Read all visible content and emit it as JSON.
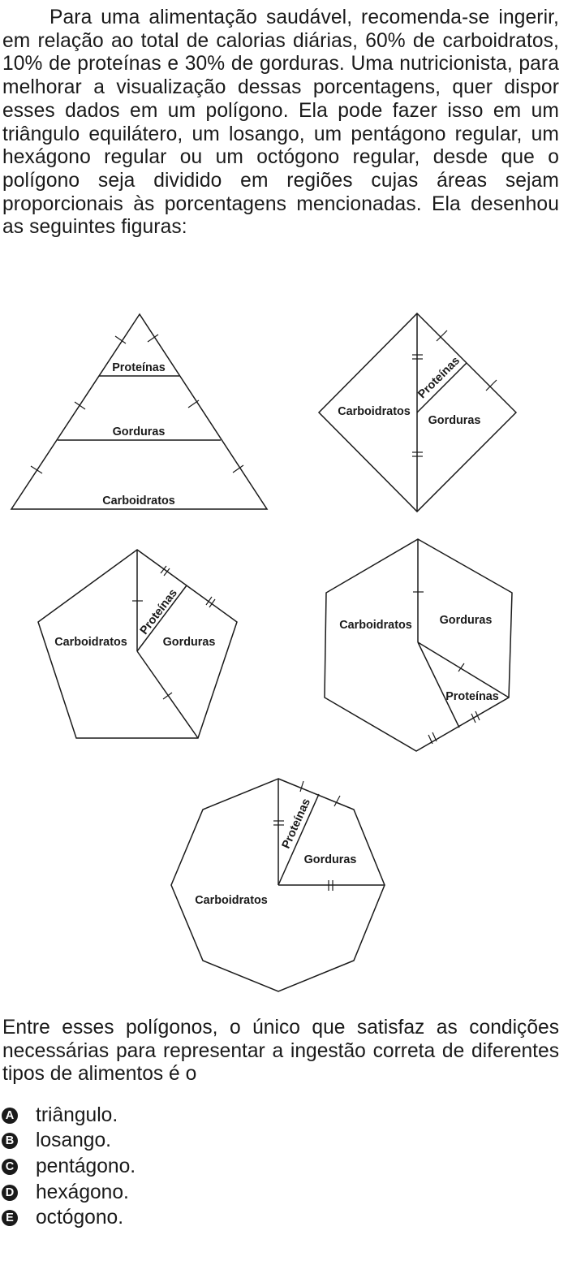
{
  "intro": "Para uma alimentação saudável, recomenda-se ingerir, em relação ao total de calorias diárias, 60% de carboidratos, 10% de proteínas e 30% de gorduras. Uma nutricionista, para melhorar a visualização dessas porcentagens, quer dispor esses dados em um polígono. Ela pode fazer isso em um triângulo equilátero, um losango, um pentágono regular, um hexágono regular ou um octógono regular, desde que o polígono seja dividido em regiões cujas áreas sejam proporcionais às porcentagens mencionadas. Ela desenhou as seguintes figuras:",
  "figures": {
    "triangle": {
      "proteinas": "Proteínas",
      "gorduras": "Gorduras",
      "carboidratos": "Carboidratos"
    },
    "rhombus": {
      "carboidratos": "Carboidratos",
      "proteinas": "Proteínas",
      "gorduras": "Gorduras"
    },
    "pentagon": {
      "carboidratos": "Carboidratos",
      "proteinas": "Proteínas",
      "gorduras": "Gorduras"
    },
    "hexagon": {
      "carboidratos": "Carboidratos",
      "gorduras": "Gorduras",
      "proteinas": "Proteínas"
    },
    "octagon": {
      "proteinas": "Proteínas",
      "gorduras": "Gorduras",
      "carboidratos": "Carboidratos"
    }
  },
  "question": "Entre esses polígonos, o único que satisfaz as condições necessárias para representar a ingestão correta de diferentes tipos de alimentos é o",
  "options": [
    {
      "letter": "A",
      "text": "triângulo."
    },
    {
      "letter": "B",
      "text": "losango."
    },
    {
      "letter": "C",
      "text": "pentágono."
    },
    {
      "letter": "D",
      "text": "hexágono."
    },
    {
      "letter": "E",
      "text": "octógono."
    }
  ]
}
